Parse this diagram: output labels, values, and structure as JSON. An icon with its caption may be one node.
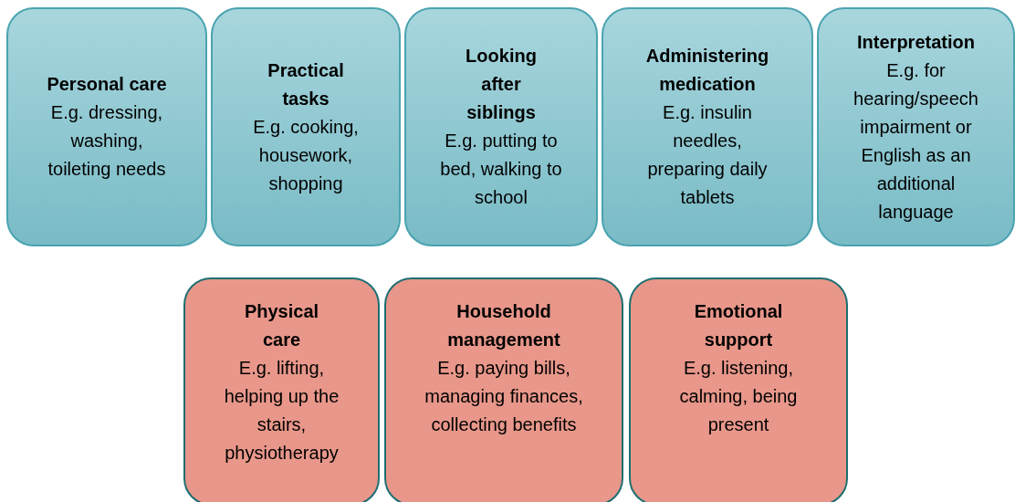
{
  "diagram": {
    "nodes": [
      {
        "text": [
          "Personal care",
          "E.g. dressing, washing, toileting needs"
        ]
      },
      {
        "text": [
          "Practical tasks",
          "E.g. cooking, housework, shopping"
        ]
      },
      {
        "text": [
          "Looking after siblings",
          "E.g. putting to bed, walking to school"
        ]
      },
      {
        "text": [
          "Administering medication",
          "E.g. insulin needles, preparing daily tablets"
        ]
      },
      {
        "text": [
          "Interpretation",
          "E.g. for hearing/speech impairment or English as an additional language"
        ]
      },
      {
        "text": [
          "Physical care",
          "E.g. lifting, helping up the stairs, physiotherapy"
        ]
      },
      {
        "text": [
          "Household management",
          "E.g. paying bills, managing finances, collecting benefits"
        ]
      },
      {
        "text": [
          "Emotional support",
          "E.g. listening, calming, being present"
        ]
      }
    ]
  }
}
